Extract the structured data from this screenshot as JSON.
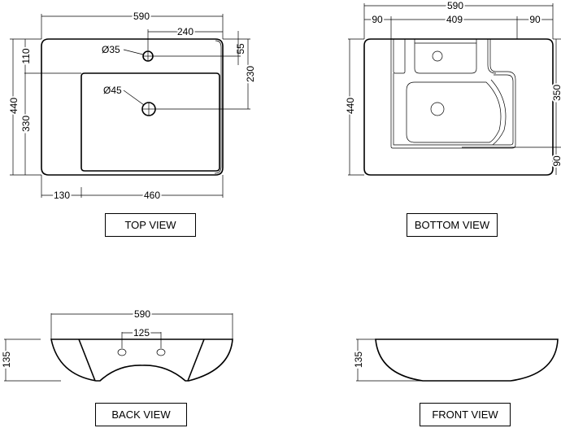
{
  "views": {
    "top": {
      "title": "TOP VIEW",
      "dims": {
        "overall_width": "590",
        "tap_offset": "240",
        "tap_hole_dia": "Ø35",
        "tap_vertical": "55",
        "waste_vertical": "230",
        "overall_depth": "440",
        "ledge_depth": "110",
        "bowl_depth": "330",
        "waste_dia": "Ø45",
        "left_ledge": "130",
        "bowl_width": "460"
      }
    },
    "bottom": {
      "title": "BOTTOM VIEW",
      "dims": {
        "overall_width": "590",
        "left_margin": "90",
        "inner_width": "409",
        "right_margin": "90",
        "overall_depth": "440",
        "inner_depth": "350",
        "bottom_margin": "90"
      }
    },
    "back": {
      "title": "BACK VIEW",
      "dims": {
        "overall_width": "590",
        "bracket_spacing": "125",
        "height": "135"
      }
    },
    "front": {
      "title": "FRONT VIEW",
      "dims": {
        "height": "135"
      }
    }
  }
}
